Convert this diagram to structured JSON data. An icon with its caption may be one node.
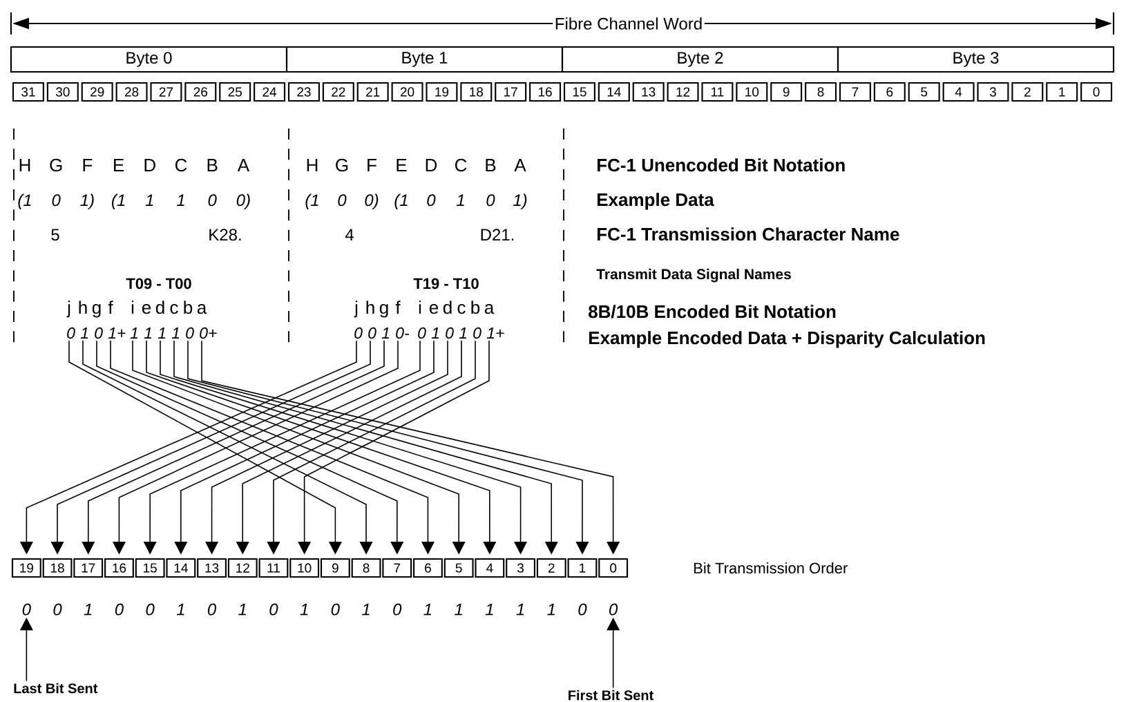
{
  "diagram": {
    "nodes": [
      {
        "text": [
          "Byte 0"
        ]
      },
      {
        "text": [
          "Byte 1"
        ]
      },
      {
        "text": [
          "Byte 2"
        ]
      },
      {
        "text": [
          "Byte 3"
        ]
      },
      {
        "text": [
          "31"
        ]
      },
      {
        "text": [
          "30"
        ]
      },
      {
        "text": [
          "29"
        ]
      },
      {
        "text": [
          "28"
        ]
      },
      {
        "text": [
          "27"
        ]
      },
      {
        "text": [
          "26"
        ]
      },
      {
        "text": [
          "25"
        ]
      },
      {
        "text": [
          "24"
        ]
      },
      {
        "text": [
          "23"
        ]
      },
      {
        "text": [
          "22"
        ]
      },
      {
        "text": [
          "21"
        ]
      },
      {
        "text": [
          "20"
        ]
      },
      {
        "text": [
          "19"
        ]
      },
      {
        "text": [
          "18"
        ]
      },
      {
        "text": [
          "17"
        ]
      },
      {
        "text": [
          "16"
        ]
      },
      {
        "text": [
          "15"
        ]
      },
      {
        "text": [
          "14"
        ]
      },
      {
        "text": [
          "13"
        ]
      },
      {
        "text": [
          "12"
        ]
      },
      {
        "text": [
          "11"
        ]
      },
      {
        "text": [
          "10"
        ]
      },
      {
        "text": [
          "9"
        ]
      },
      {
        "text": [
          "8"
        ]
      },
      {
        "text": [
          "7"
        ]
      },
      {
        "text": [
          "6"
        ]
      },
      {
        "text": [
          "5"
        ]
      },
      {
        "text": [
          "4"
        ]
      },
      {
        "text": [
          "3"
        ]
      },
      {
        "text": [
          "2"
        ]
      },
      {
        "text": [
          "1"
        ]
      },
      {
        "text": [
          "0"
        ]
      },
      {
        "text": [
          "19"
        ]
      },
      {
        "text": [
          "18"
        ]
      },
      {
        "text": [
          "17"
        ]
      },
      {
        "text": [
          "16"
        ]
      },
      {
        "text": [
          "15"
        ]
      },
      {
        "text": [
          "14"
        ]
      },
      {
        "text": [
          "13"
        ]
      },
      {
        "text": [
          "12"
        ]
      },
      {
        "text": [
          "11"
        ]
      },
      {
        "text": [
          "10"
        ]
      },
      {
        "text": [
          "9"
        ]
      },
      {
        "text": [
          "8"
        ]
      },
      {
        "text": [
          "7"
        ]
      },
      {
        "text": [
          "6"
        ]
      },
      {
        "text": [
          "5"
        ]
      },
      {
        "text": [
          "4"
        ]
      },
      {
        "text": [
          "3"
        ]
      },
      {
        "text": [
          "2"
        ]
      },
      {
        "text": [
          "1"
        ]
      },
      {
        "text": [
          "0"
        ]
      },
      {
        "text": [
          "Last Bit Sent"
        ]
      },
      {
        "text": [
          "First Bit Sent"
        ]
      },
      {
        "text": [
          "0"
        ]
      },
      {
        "text": [
          "1"
        ]
      },
      {
        "text": [
          "0"
        ]
      },
      {
        "text": [
          "1+"
        ]
      },
      {
        "text": [
          "1"
        ]
      },
      {
        "text": [
          "1"
        ]
      },
      {
        "text": [
          "1"
        ]
      },
      {
        "text": [
          "1"
        ]
      },
      {
        "text": [
          "0"
        ]
      },
      {
        "text": [
          "0+"
        ]
      },
      {
        "text": [
          "0"
        ]
      },
      {
        "text": [
          "0"
        ]
      },
      {
        "text": [
          "1"
        ]
      },
      {
        "text": [
          "0-"
        ]
      },
      {
        "text": [
          "0"
        ]
      },
      {
        "text": [
          "1"
        ]
      },
      {
        "text": [
          "0"
        ]
      },
      {
        "text": [
          "1"
        ]
      },
      {
        "text": [
          "0"
        ]
      },
      {
        "text": [
          "1+"
        ]
      },
      {
        "text": [
          "0"
        ]
      },
      {
        "text": [
          "0"
        ]
      },
      {
        "text": [
          "1"
        ]
      },
      {
        "text": [
          "0"
        ]
      },
      {
        "text": [
          "0"
        ]
      },
      {
        "text": [
          "1"
        ]
      },
      {
        "text": [
          "0"
        ]
      },
      {
        "text": [
          "1"
        ]
      },
      {
        "text": [
          "0"
        ]
      },
      {
        "text": [
          "1"
        ]
      },
      {
        "text": [
          "0"
        ]
      },
      {
        "text": [
          "1"
        ]
      },
      {
        "text": [
          "0"
        ]
      },
      {
        "text": [
          "1"
        ]
      },
      {
        "text": [
          "1"
        ]
      },
      {
        "text": [
          "1"
        ]
      },
      {
        "text": [
          "1"
        ]
      },
      {
        "text": [
          "1"
        ]
      },
      {
        "text": [
          "0"
        ]
      },
      {
        "text": [
          "0"
        ]
      }
    ],
    "edges": [
      {
        "from": 58,
        "to": 46,
        "arrow": "to"
      },
      {
        "from": 59,
        "to": 47,
        "arrow": "to"
      },
      {
        "from": 60,
        "to": 48,
        "arrow": "to"
      },
      {
        "from": 61,
        "to": 49,
        "arrow": "to"
      },
      {
        "from": 62,
        "to": 50,
        "arrow": "to"
      },
      {
        "from": 63,
        "to": 51,
        "arrow": "to"
      },
      {
        "from": 64,
        "to": 52,
        "arrow": "to"
      },
      {
        "from": 65,
        "to": 53,
        "arrow": "to"
      },
      {
        "from": 66,
        "to": 54,
        "arrow": "to"
      },
      {
        "from": 67,
        "to": 55,
        "arrow": "to"
      },
      {
        "from": 68,
        "to": 36,
        "arrow": "to"
      },
      {
        "from": 69,
        "to": 37,
        "arrow": "to"
      },
      {
        "from": 70,
        "to": 38,
        "arrow": "to"
      },
      {
        "from": 71,
        "to": 39,
        "arrow": "to"
      },
      {
        "from": 72,
        "to": 40,
        "arrow": "to"
      },
      {
        "from": 73,
        "to": 41,
        "arrow": "to"
      },
      {
        "from": 74,
        "to": 42,
        "arrow": "to"
      },
      {
        "from": 75,
        "to": 43,
        "arrow": "to"
      },
      {
        "from": 76,
        "to": 44,
        "arrow": "to"
      },
      {
        "from": 77,
        "to": 45,
        "arrow": "to"
      },
      {
        "from": 56,
        "to": 78,
        "arrow": "to"
      },
      {
        "from": 57,
        "to": 97,
        "arrow": "to"
      }
    ],
    "labels": [
      "Fibre Channel Word",
      "H",
      "G",
      "F",
      "E",
      "D",
      "C",
      "B",
      "A",
      "H",
      "G",
      "F",
      "E",
      "D",
      "C",
      "B",
      "A",
      "FC-1 Unencoded Bit Notation",
      "(1",
      "0",
      "1)",
      "(1",
      "1",
      "1",
      "0",
      "0)",
      "(1",
      "0",
      "0)",
      "(1",
      "0",
      "1",
      "0",
      "1)",
      "Example Data",
      "5",
      "K28.",
      "4",
      "D21.",
      "FC-1 Transmission Character Name",
      "T09 - T00",
      "T19 - T10",
      "Transmit Data Signal Names",
      "j",
      "h",
      "g",
      "f",
      "i",
      "e",
      "d",
      "c",
      "b",
      "a",
      "j",
      "h",
      "g",
      "f",
      "i",
      "e",
      "d",
      "c",
      "b",
      "a",
      "8B/10B Encoded Bit Notation",
      "Example Encoded Data + Disparity Calculation",
      "Bit Transmission Order"
    ]
  }
}
